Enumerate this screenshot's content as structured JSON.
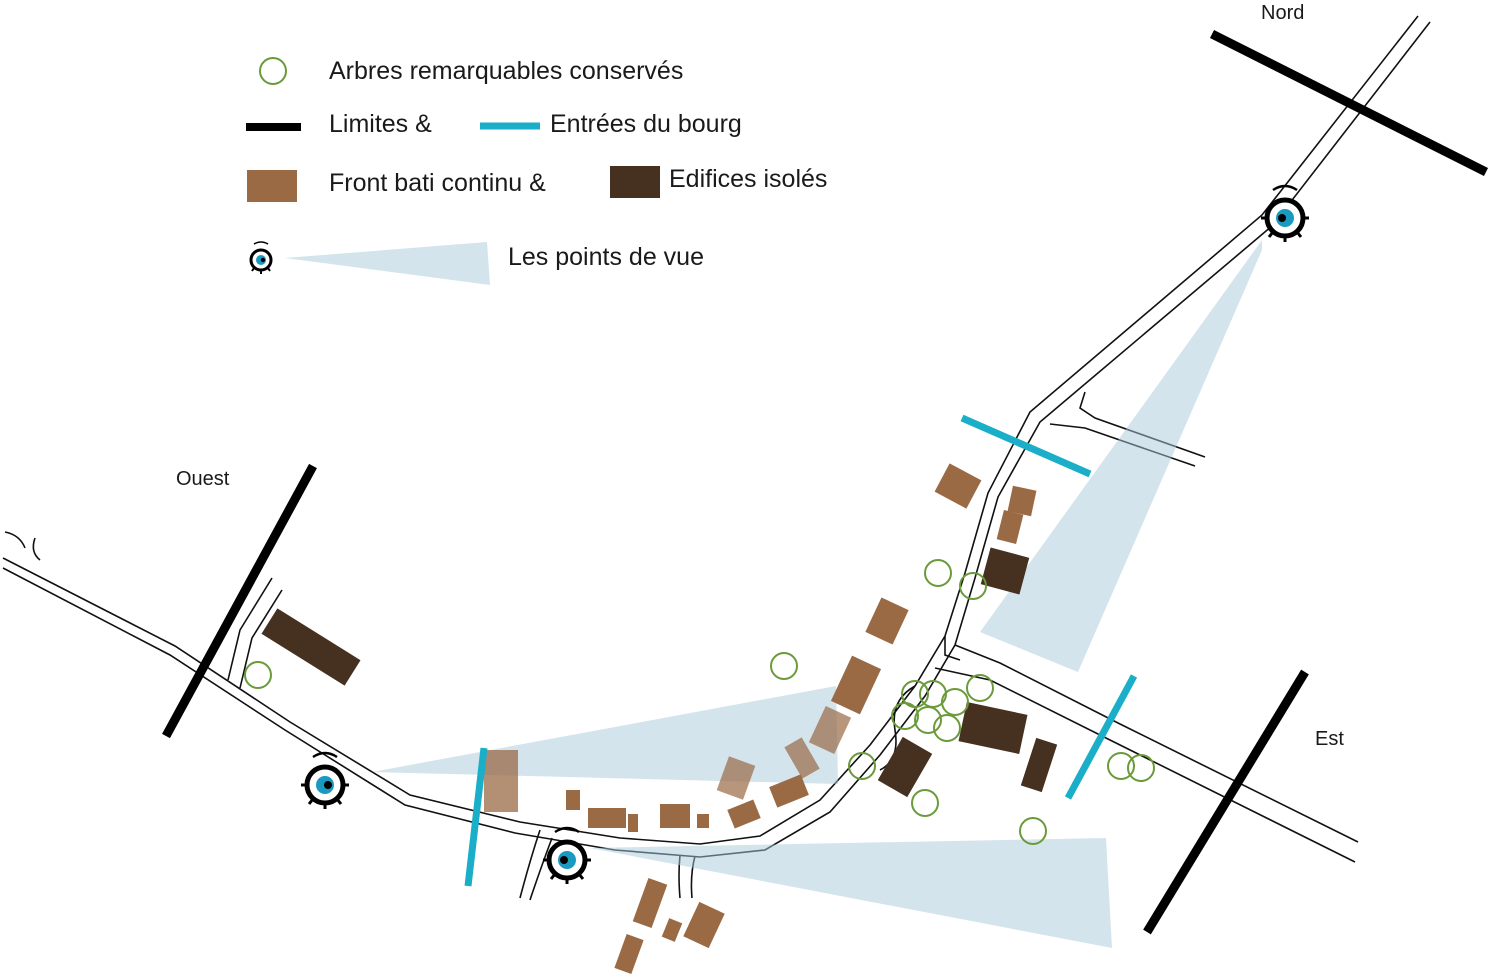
{
  "legend": {
    "trees": "Arbres remarquables conservés",
    "limits": "Limites &",
    "entries": "Entrées du bourg",
    "front": "Front bati continu &",
    "isolated": "Edifices isolés",
    "viewpoints": "Les points de vue"
  },
  "compass": {
    "north": "Nord",
    "west": "Ouest",
    "east": "Est"
  },
  "colors": {
    "tree": "#6a9a3a",
    "limit": "#000000",
    "entry": "#1aaec8",
    "front_bati": "#9a6a45",
    "isolated_building": "#46301f",
    "view_cone": "#a9cadb",
    "eye_iris": "#1a9ac0"
  },
  "icons": {
    "tree": "circle-outline-icon",
    "viewpoint": "eye-icon"
  }
}
